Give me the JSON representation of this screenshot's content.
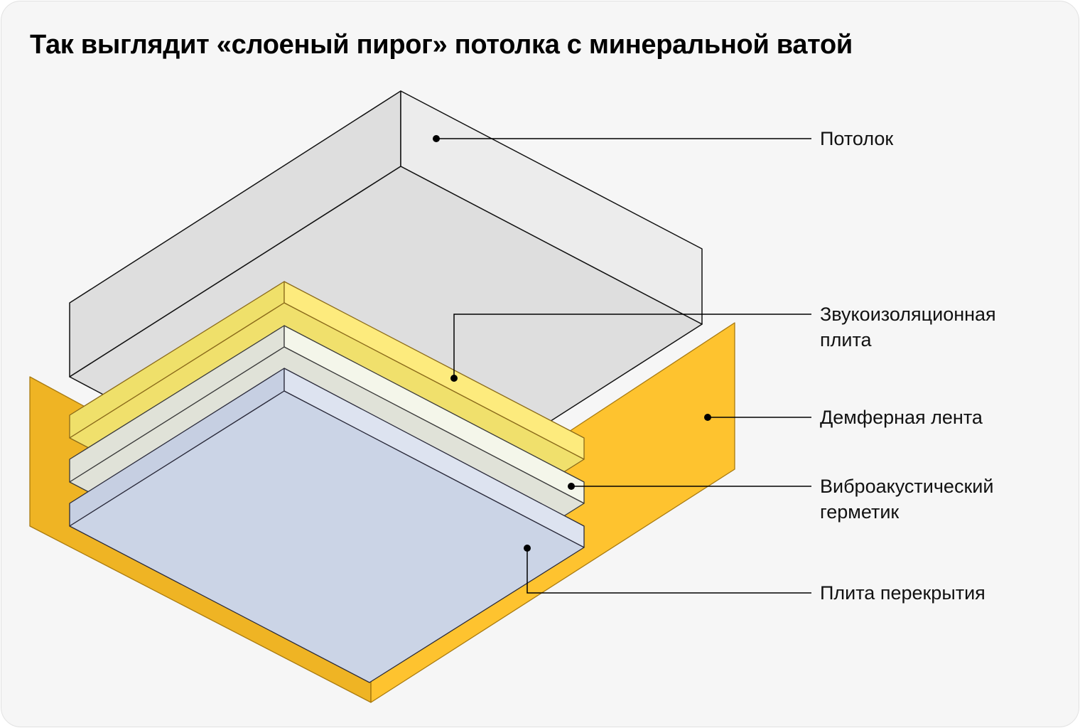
{
  "title": "Так выглядит «слоеный пирог» потолка с минеральной ватой",
  "layers": [
    {
      "id": "ceiling",
      "lines": [
        "Потолок"
      ]
    },
    {
      "id": "sound-plate",
      "lines": [
        "Звукоизоляционная",
        "плита"
      ]
    },
    {
      "id": "damper-tape",
      "lines": [
        "Демферная лента"
      ]
    },
    {
      "id": "sealant",
      "lines": [
        "Виброакустический",
        "герметик"
      ]
    },
    {
      "id": "floor-slab",
      "lines": [
        "Плита перекрытия"
      ]
    }
  ],
  "colors": {
    "ceiling": "#dedede",
    "sound_plate": "#fbe675",
    "damper_tape": "#fec32f",
    "sealant": "#e0e2d8",
    "floor_slab": "#cbd4e6"
  }
}
